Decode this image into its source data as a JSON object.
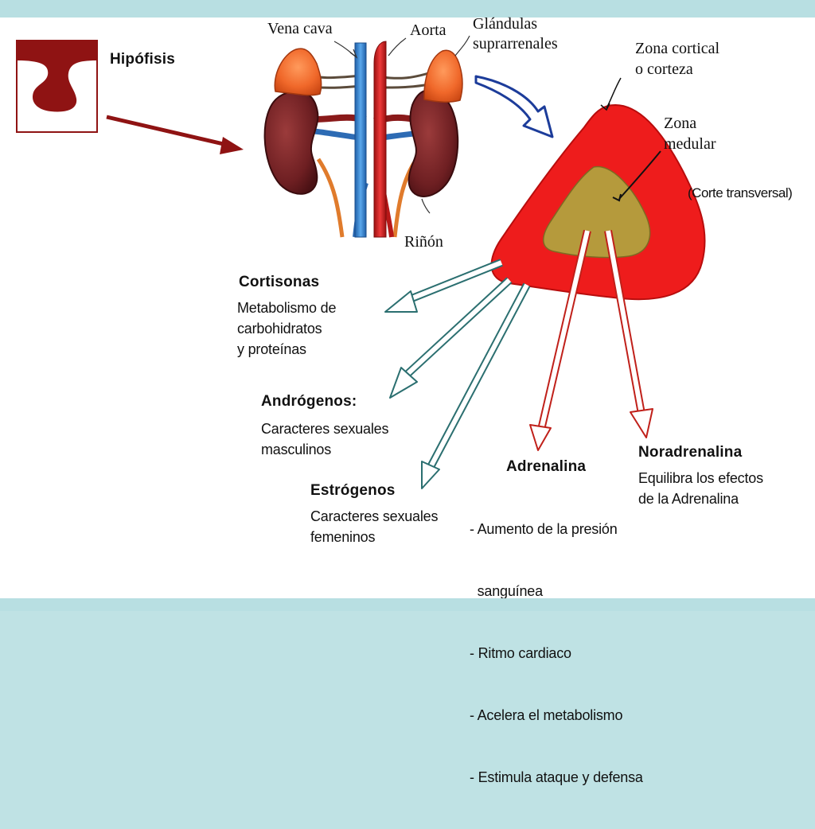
{
  "pituitary": {
    "label": "Hipófisis"
  },
  "anatomy": {
    "vena_cava": "Vena cava",
    "aorta": "Aorta",
    "adrenal_glands": [
      "Glándulas",
      "suprarrenales"
    ],
    "kidney": "Riñón"
  },
  "cross_section": {
    "cortex": [
      "Zona cortical",
      "o corteza"
    ],
    "medulla": [
      "Zona",
      "medular"
    ],
    "caption": "(Corte transversal)"
  },
  "hormones": {
    "cortisonas": {
      "title": "Cortisonas",
      "lines": [
        "Metabolismo de",
        "carbohidratos",
        "y proteínas"
      ]
    },
    "androgenos": {
      "title": "Andrógenos:",
      "lines": [
        "Caracteres sexuales",
        "masculinos"
      ]
    },
    "estrogenos": {
      "title": "Estrógenos",
      "lines": [
        "Caracteres sexuales",
        "femeninos"
      ]
    },
    "adrenalina": {
      "title": "Adrenalina",
      "lines": [
        "- Aumento de la presión",
        "  sanguínea",
        "- Ritmo cardiaco",
        "- Acelera el metabolismo",
        "- Estimula ataque y defensa"
      ]
    },
    "noradrenalina": {
      "title": "Noradrenalina",
      "lines": [
        "Equilibra los efectos",
        "de la Adrenalina"
      ]
    }
  },
  "colors": {
    "cortex_red": "#ee1c1c",
    "medulla_olive": "#b59a3c",
    "vena_blue": "#3d8fd8",
    "aorta_red": "#d81e1e",
    "kidney_brown": "#7a2626",
    "adrenal_orange": "#f06a2a",
    "pituitary_maroon": "#8f1313",
    "arrow_teal": "#2b6f70",
    "arrow_red": "#c0201a",
    "big_arrow_blue": "#1c3c9a"
  }
}
